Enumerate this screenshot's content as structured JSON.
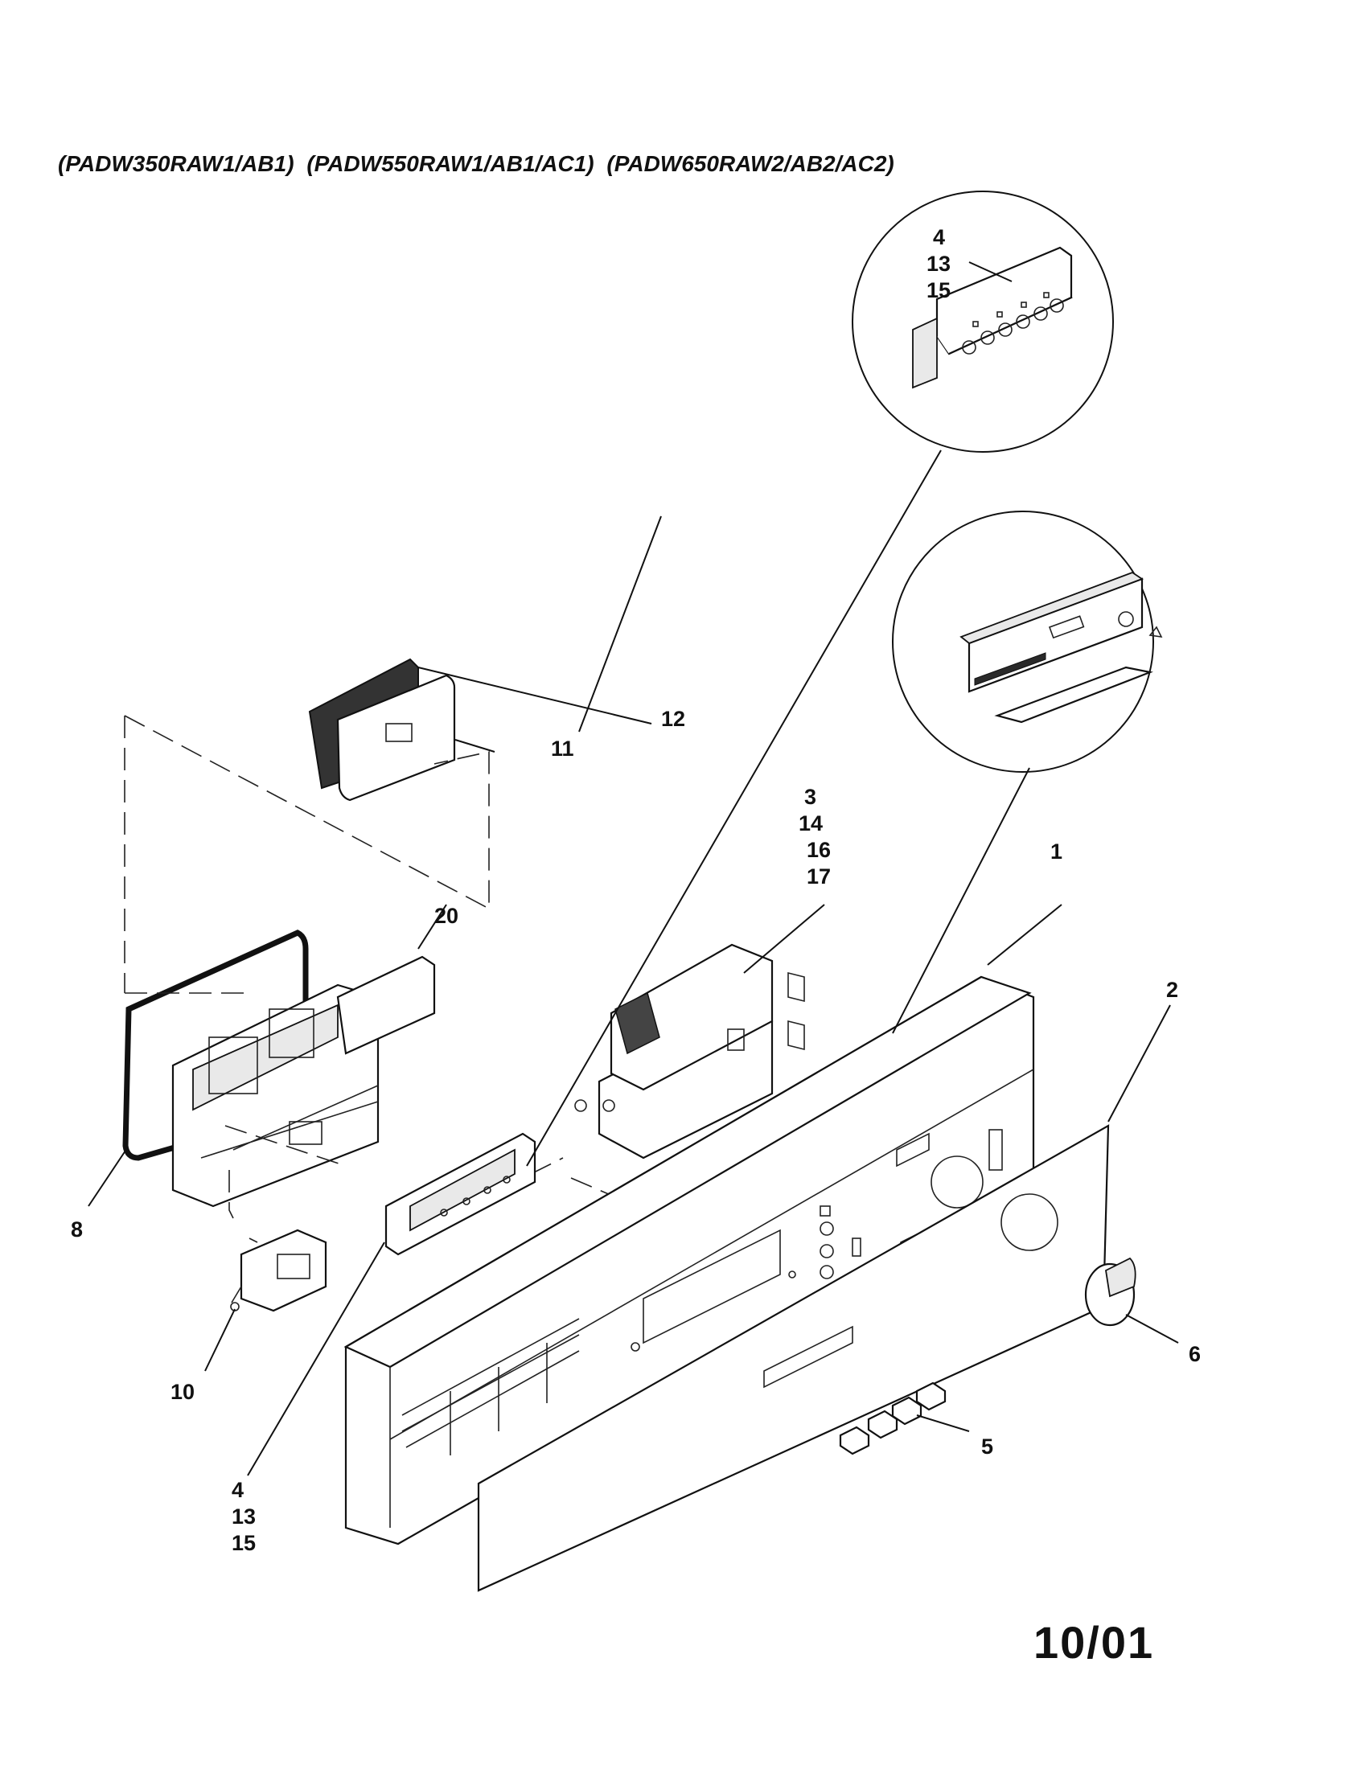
{
  "header": {
    "models": [
      "(PADW350RAW1/AB1)",
      "(PADW550RAW1/AB1/AC1)",
      "(PADW650RAW2/AB2/AC2)"
    ]
  },
  "footer": {
    "date": "10/01"
  },
  "callouts": {
    "inset_top": [
      "4",
      "13",
      "15"
    ],
    "c12": "12",
    "c11": "11",
    "timer": [
      "3",
      "14",
      "16",
      "17"
    ],
    "c1": "1",
    "c2": "2",
    "c20": "20",
    "c8": "8",
    "c10": "10",
    "c6": "6",
    "c5": "5",
    "switch_bottom": [
      "4",
      "13",
      "15"
    ]
  }
}
